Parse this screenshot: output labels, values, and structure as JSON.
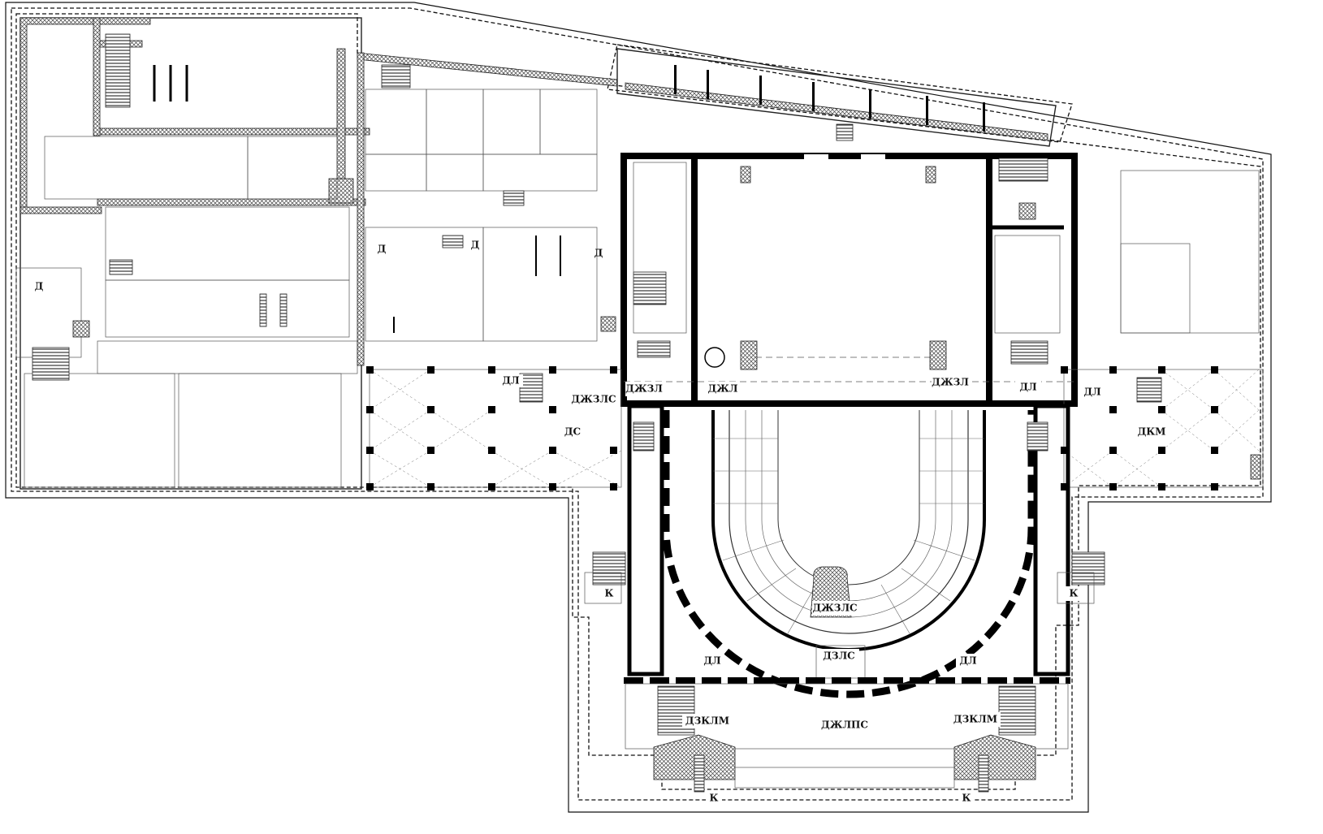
{
  "labels": {
    "d_west": "Д",
    "d_mid1": "Д",
    "d_mid2": "Д",
    "d_mid3": "Д",
    "dl_west": "ДЛ",
    "dzhzls_west": "ДЖЗЛС",
    "ds_west": "ДС",
    "dzhzl_west": "ДЖЗЛ",
    "dzhl": "ДЖЛ",
    "dzhzl_east": "ДЖЗЛ",
    "dl_east1": "ДЛ",
    "dl_east2": "ДЛ",
    "dkm_east": "ДКМ",
    "dzhzls_center": "ДЖЗЛС",
    "dzls_center": "ДЗЛС",
    "dl_south_w": "ДЛ",
    "dl_south_e": "ДЛ",
    "dzhlps": "ДЖЛПС",
    "dzklm_w": "ДЗКЛМ",
    "dzklm_e": "ДЗКЛМ",
    "k_w": "К",
    "k_e": "К",
    "k_sw": "К",
    "k_se": "К"
  },
  "colors": {
    "ink": "#000000",
    "paper": "#ffffff",
    "hatch": "#444444"
  }
}
